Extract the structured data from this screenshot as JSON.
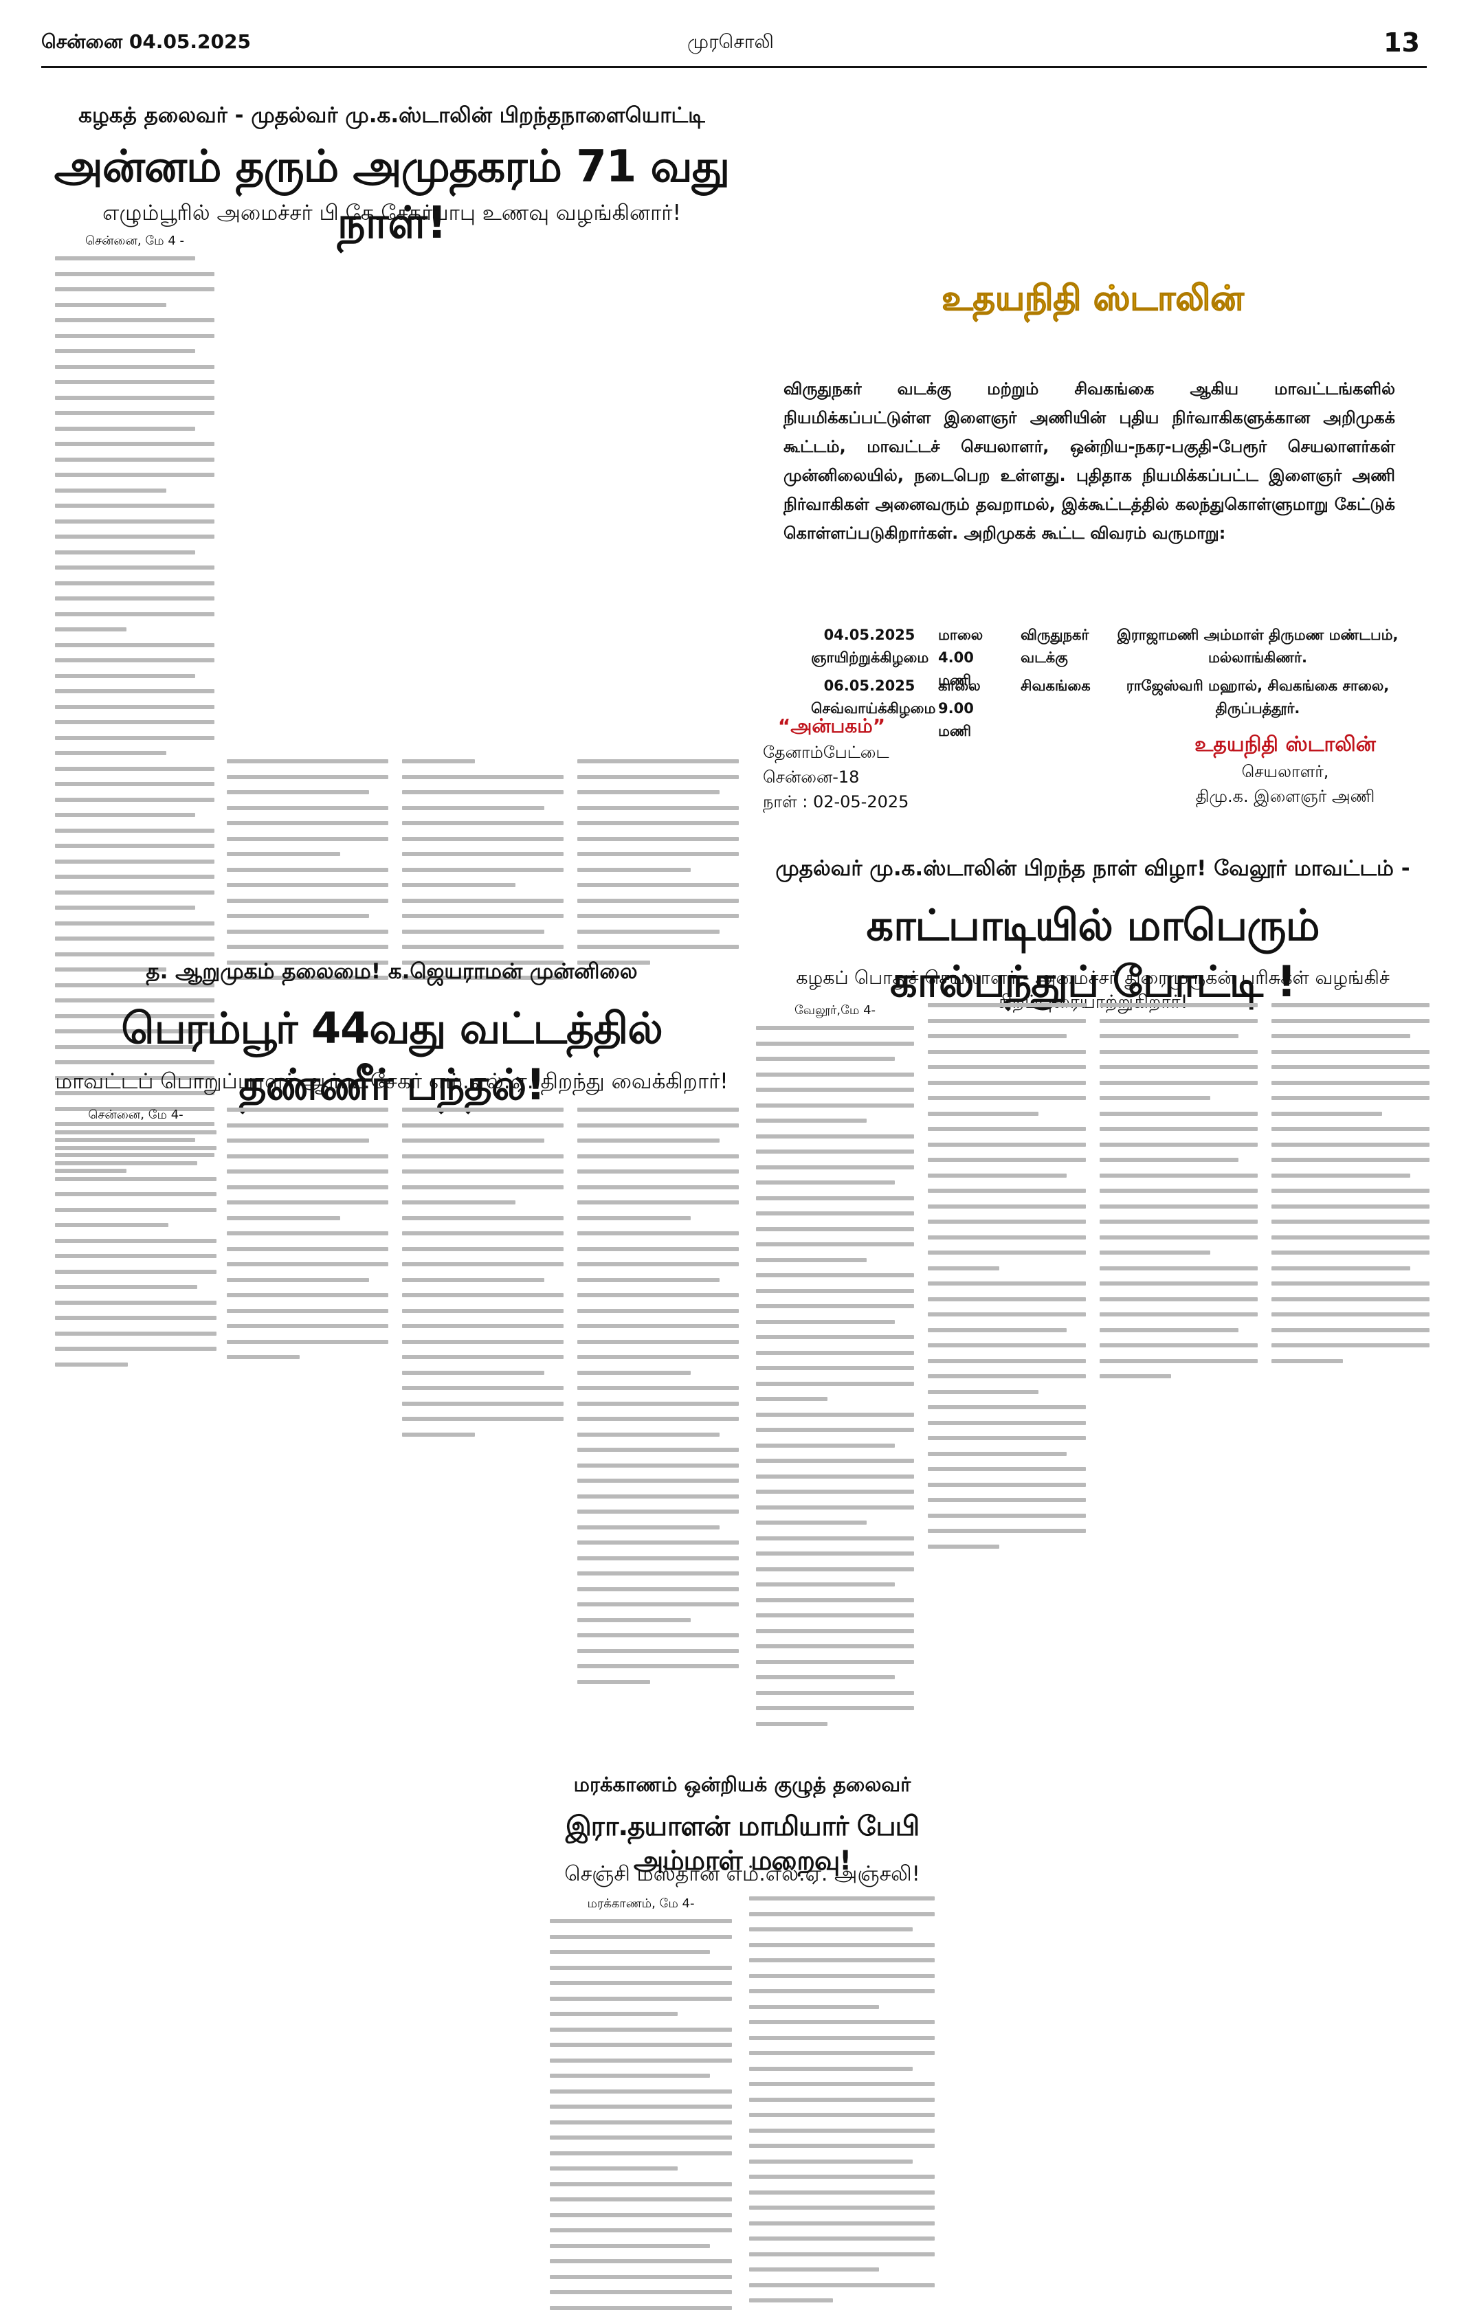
{
  "masthead": {
    "city_date": "சென்னை  04.05.2025",
    "paper": "முரசொலி",
    "page_no": "13"
  },
  "story1": {
    "kicker": "கழகத் தலைவர் - முதல்வர் மு.க.ஸ்டாலின் பிறந்தநாளையொட்டி",
    "headline": "அன்னம் தரும் அமுதகரம் 71 வது நாள்!",
    "subhead": "எழும்பூரில் அமைச்சர் பி.கே.சேகர்பாபு உணவு வழங்கினார்!",
    "dateline": "சென்னை, மே 4 -"
  },
  "ad": {
    "title": "உதயநிதி ஸ்டாலின்",
    "body": "விருதுநகர் வடக்கு மற்றும் சிவகங்கை ஆகிய மாவட்டங்களில் நியமிக்கப்பட்டுள்ள இளைஞர் அணியின் புதிய நிர்வாகிகளுக்கான அறிமுகக் கூட்டம், மாவட்டச் செயலாளர், ஒன்றிய-நகர-பகுதி-பேரூர் செயலாளர்கள் முன்னிலையில், நடைபெற உள்ளது. புதிதாக நியமிக்கப்பட்ட இளைஞர் அணி நிர்வாகிகள் அனைவரும் தவறாமல், இக்கூட்டத்தில் கலந்துகொள்ளுமாறு கேட்டுக் கொள்ளப்படுகிறார்கள். அறிமுகக் கூட்ட விவரம் வருமாறு:",
    "events": [
      {
        "date": "04.05.2025",
        "day": "ஞாயிற்றுக்கிழமை",
        "session": "மாலை",
        "time": "4.00 மணி",
        "district": "விருதுநகர் வடக்கு",
        "venue": "இராஜாமணி அம்மாள் திருமண மண்டபம், மல்லாங்கிணர்."
      },
      {
        "date": "06.05.2025",
        "day": "செவ்வாய்க்கிழமை",
        "session": "காலை",
        "time": "9.00 மணி",
        "district": "சிவகங்கை",
        "venue": "ராஜேஸ்வரி மஹால், சிவகங்கை சாலை, திருப்பத்தூர்."
      }
    ],
    "office_name": "“அன்பகம்”",
    "office_area": "தேனாம்பேட்டை",
    "office_city": "சென்னை-18",
    "date_line": "நாள் : 02-05-2025",
    "sig_name": "உதயநிதி ஸ்டாலின்",
    "sig_role": "செயலாளர்,",
    "sig_org": "திமு.க. இளைஞர் அணி"
  },
  "story2": {
    "kicker": "முதல்வர் மு.க.ஸ்டாலின் பிறந்த நாள் விழா! வேலூர் மாவட்டம் -",
    "headline": "காட்பாடியில் மாபெரும் கால்பந்துப் போட்டி !",
    "subhead": "கழகப் பொதுச் செயலாளர் - அமைச்சர் துரைமுருகன் பரிசுகள் வழங்கிச் சிறப்புரையாற்றுகிறார்!",
    "dateline": "வேலூர்,மே 4-"
  },
  "story3": {
    "kicker": "த. ஆறுமுகம் தலைமை! க.ஜெயராமன் முன்னிலை",
    "headline": "பெரம்பூர் 44வது வட்டத்தில் தண்ணீர் பந்தல்!",
    "subhead": "மாவட்டப் பொறுப்பாளர் ஆர்.டி.சேகர் எம்.எல்.ஏ. திறந்து வைக்கிறார்!",
    "dateline": "சென்னை, மே 4-"
  },
  "story4": {
    "kicker": "மரக்காணம் ஒன்றியக் குழுத் தலைவர்",
    "headline": "இரா.தயாளன் மாமியார் பேபி அம்மாள் மறைவு!",
    "subhead": "செஞ்சி மஸ்தான் எம்.எல்.ஏ. அஞ்சலி!",
    "dateline": "மரக்காணம், மே 4-"
  }
}
